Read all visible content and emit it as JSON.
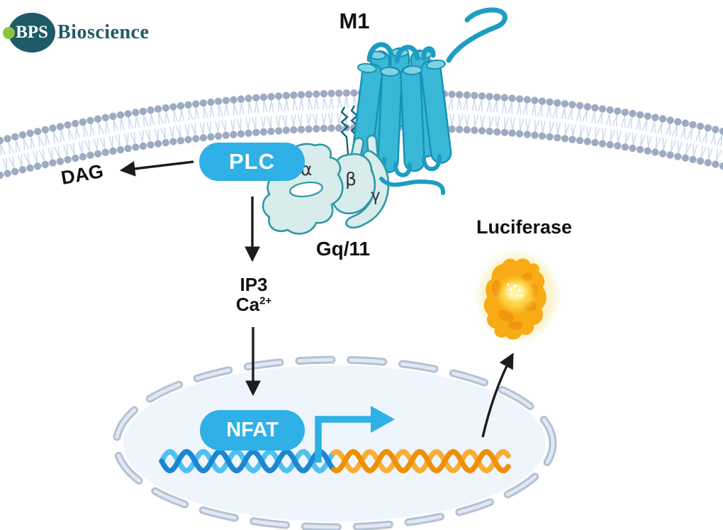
{
  "brand": {
    "name_left": "BPS",
    "name_right": "Bioscience"
  },
  "pathway": {
    "receptor_label": "M1",
    "membrane_enzyme": "PLC",
    "second_messenger_membrane": "DAG",
    "g_protein": "Gq/11",
    "g_alpha": "α",
    "g_beta": "β",
    "g_gamma": "γ",
    "messengers": {
      "ip3": "IP3",
      "ca_base": "Ca",
      "ca_sup": "2+"
    },
    "transcription_factor": "NFAT",
    "reporter": "Luciferase"
  },
  "colors": {
    "pill_blue": "#2fb0e6",
    "receptor_fill": "#38b7d7",
    "receptor_cap": "#7cd4e6",
    "receptor_stroke": "#1791b4",
    "receptor_loop": "#1e9dc2",
    "anchor_teal": "#0d6272",
    "gq_fill": "#d7eceb",
    "gq_stroke": "#2e98a6",
    "membrane_head": "#9dabc2",
    "membrane_tail": "#ccd9ef",
    "nucleus_fill": "#eff5fc",
    "nucleus_dash": "#b4c1d3",
    "nucleus_dash_core": "#dfe8f3",
    "dna_blue_dark": "#1b87d3",
    "dna_blue_light": "#4fc0ef",
    "dna_orange_dark": "#ee8f05",
    "dna_orange_light": "#f9ad33",
    "luciferase_main": "#f8ab15",
    "luciferase_shade": "#ef930c",
    "luciferase_core": "#fff59e",
    "luciferase_glow": "#fbf3cc",
    "arrow_black": "#1c1c1c",
    "text_black": "#111111",
    "logo_teal": "#1e5b66",
    "logo_green": "#8bc53f"
  }
}
